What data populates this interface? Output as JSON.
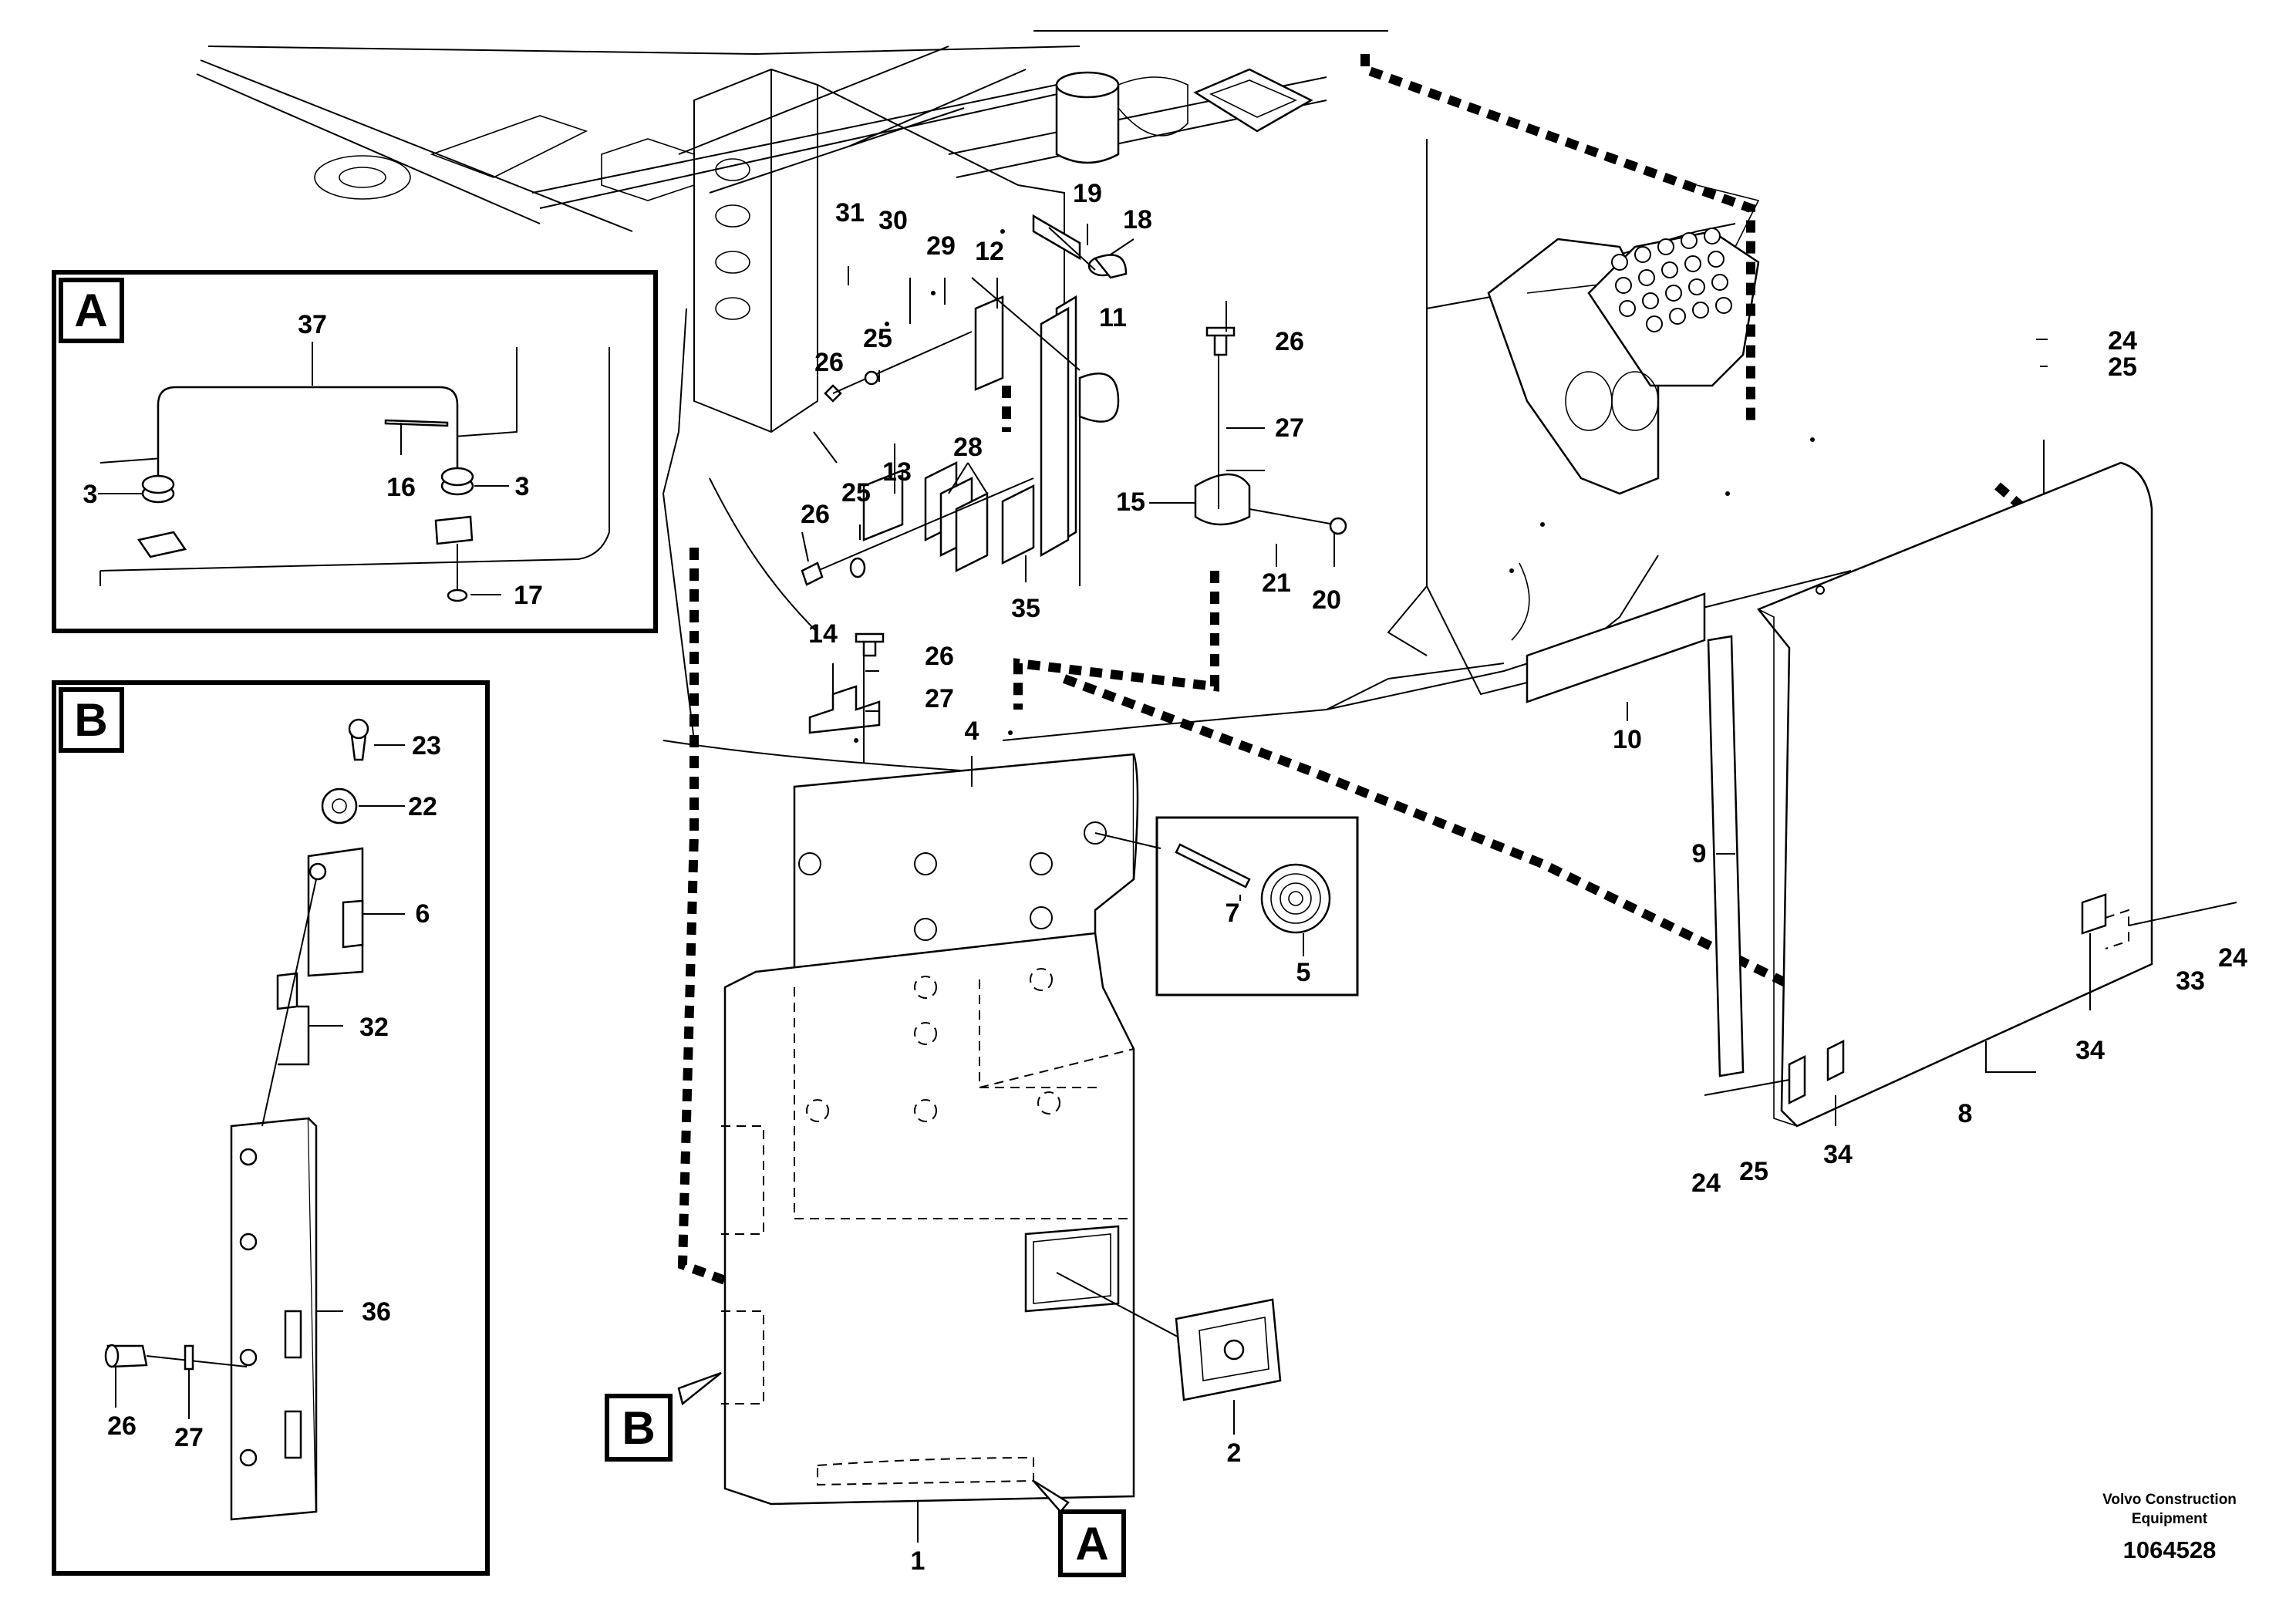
{
  "detail_views": {
    "A": {
      "letter": "A"
    },
    "B": {
      "letter": "B"
    }
  },
  "reference_tags": {
    "A": "A",
    "B": "B"
  },
  "part_callouts": {
    "1": "1",
    "2": "2",
    "3": "3",
    "4": "4",
    "5": "5",
    "6": "6",
    "7": "7",
    "8": "8",
    "9": "9",
    "10": "10",
    "11": "11",
    "12": "12",
    "13": "13",
    "14": "14",
    "15": "15",
    "16": "16",
    "17": "17",
    "18": "18",
    "19": "19",
    "20": "20",
    "21": "21",
    "22": "22",
    "23": "23",
    "24": "24",
    "25": "25",
    "26": "26",
    "27": "27",
    "28": "28",
    "29": "29",
    "30": "30",
    "31": "31",
    "32": "32",
    "33": "33",
    "34": "34",
    "35": "35",
    "36": "36",
    "37": "37"
  },
  "footer": {
    "brand_line1": "Volvo Construction",
    "brand_line2": "Equipment",
    "drawing_number": "1064528"
  }
}
